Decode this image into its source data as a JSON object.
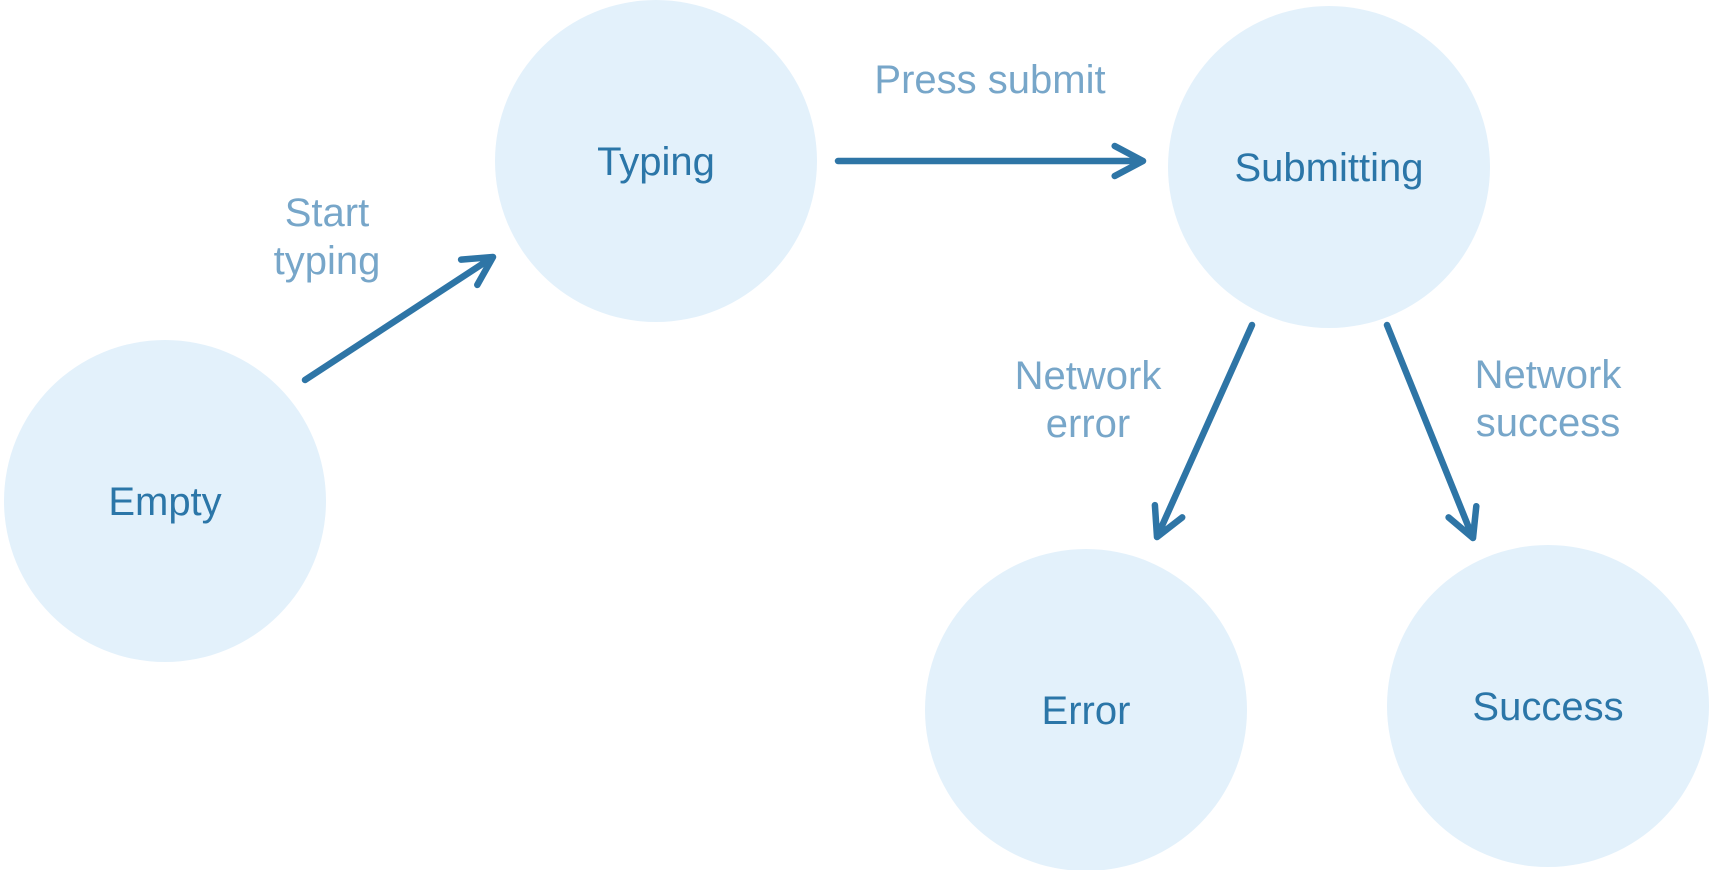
{
  "diagram": {
    "type": "state-machine-flow",
    "states": {
      "empty": {
        "label": "Empty"
      },
      "typing": {
        "label": "Typing"
      },
      "submitting": {
        "label": "Submitting"
      },
      "error": {
        "label": "Error"
      },
      "success": {
        "label": "Success"
      }
    },
    "transitions": {
      "start_typing": {
        "line1": "Start",
        "line2": "typing",
        "from": "Empty",
        "to": "Typing"
      },
      "press_submit": {
        "line1": "Press submit",
        "from": "Typing",
        "to": "Submitting"
      },
      "network_error": {
        "line1": "Network",
        "line2": "error",
        "from": "Submitting",
        "to": "Error"
      },
      "network_success": {
        "line1": "Network",
        "line2": "success",
        "from": "Submitting",
        "to": "Success"
      }
    }
  },
  "colors": {
    "background": "#ffffff",
    "node_fill": "#e3f1fb",
    "node_label": "#2b76a8",
    "arrow": "#2e75a6",
    "transition_label": "#4485b5"
  }
}
